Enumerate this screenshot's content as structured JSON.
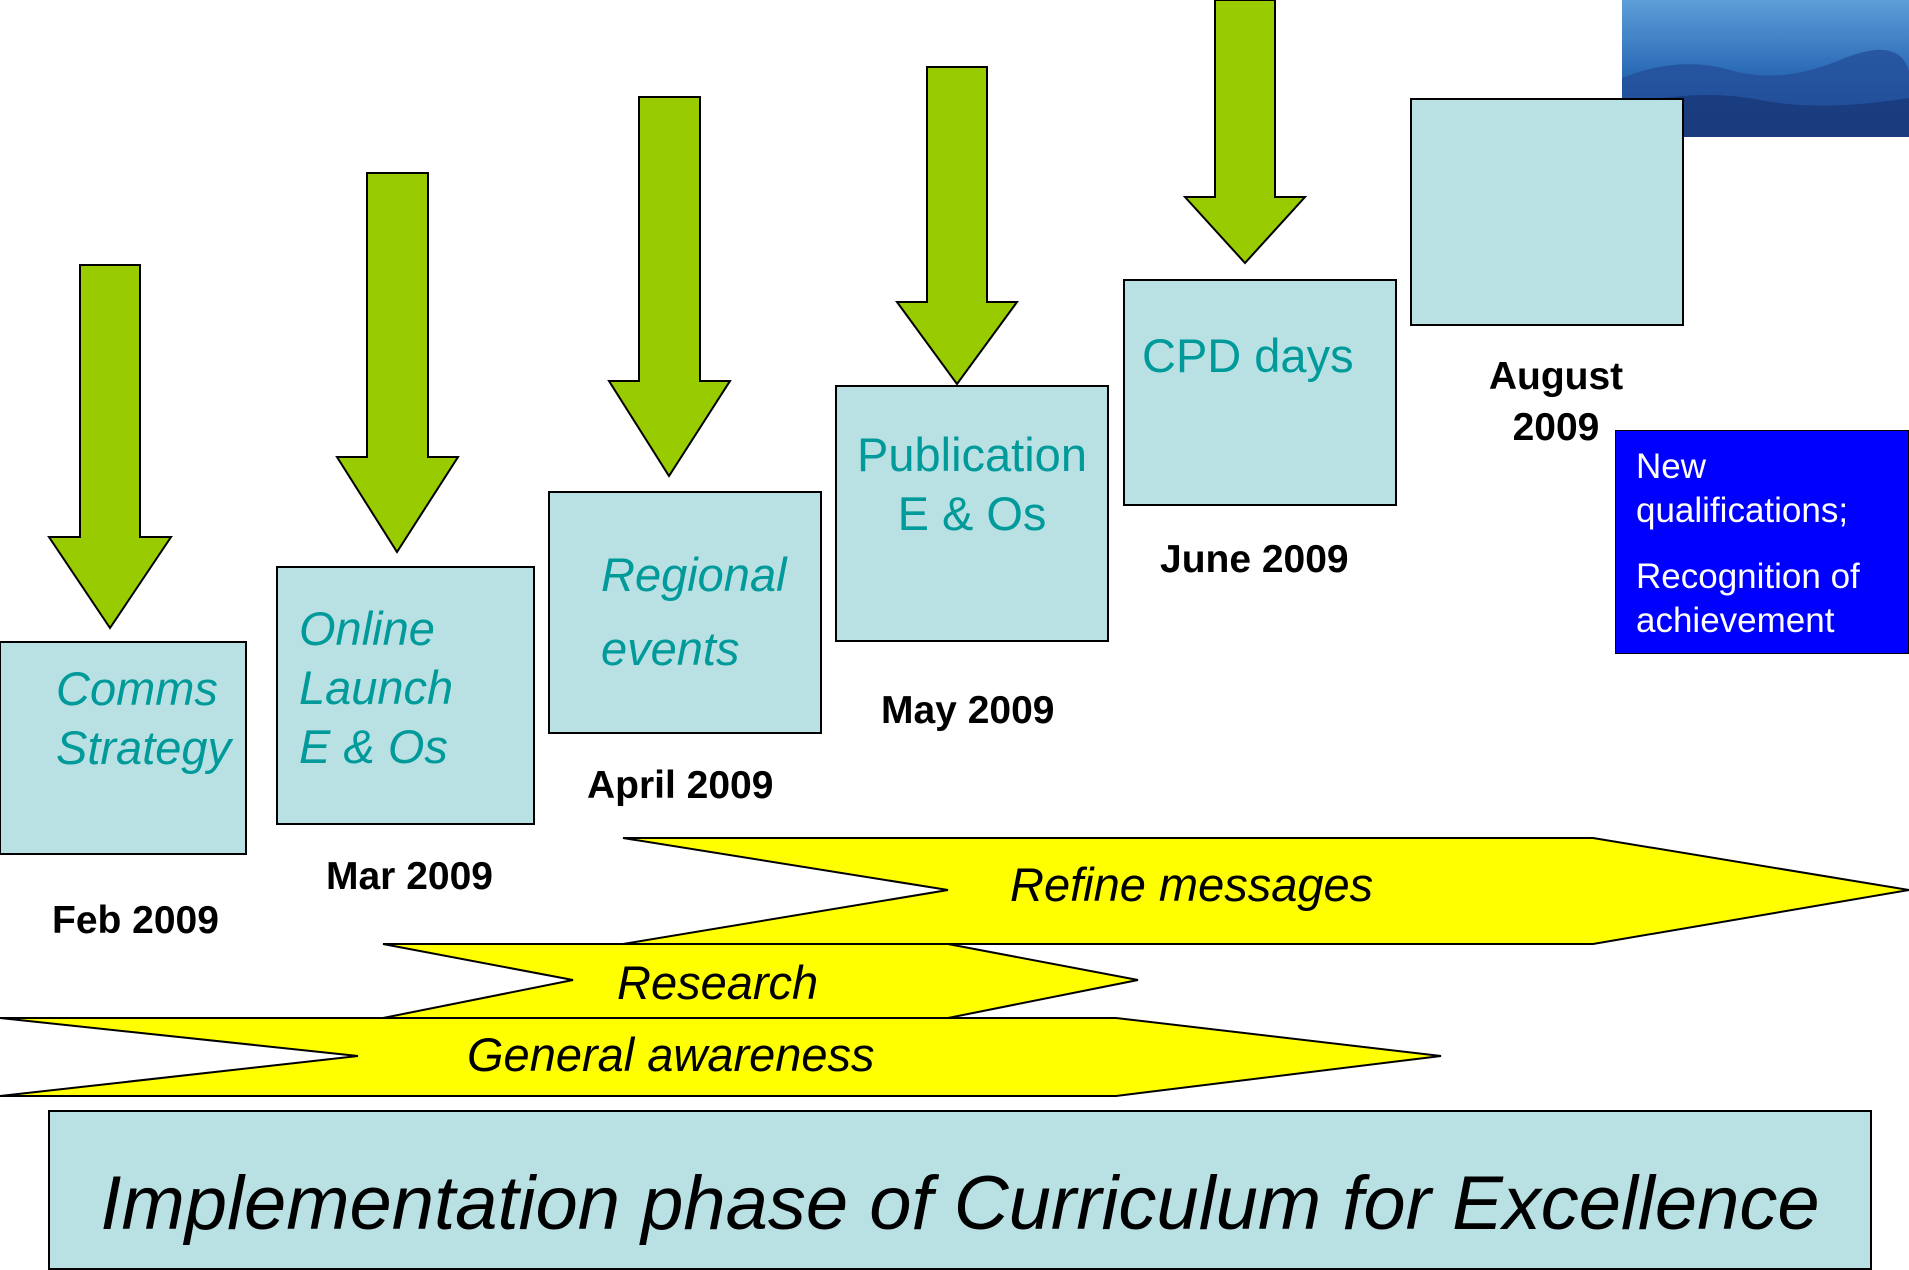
{
  "title": "",
  "timeline": [
    {
      "date": "Feb 2009",
      "text_lines": [
        "Comms",
        "Strategy"
      ],
      "italic": true
    },
    {
      "date": "Mar 2009",
      "text_lines": [
        "Online",
        "Launch",
        "E & Os"
      ],
      "italic": true
    },
    {
      "date": "April 2009",
      "text_lines": [
        "Regional",
        "events"
      ],
      "italic": true
    },
    {
      "date": "May 2009",
      "text_lines": [
        "Publication",
        "E & Os"
      ],
      "italic": false
    },
    {
      "date": "June 2009",
      "text_lines": [
        "CPD days"
      ],
      "italic": false
    },
    {
      "date_lines": [
        "August",
        "2009"
      ],
      "text_lines": [],
      "italic": false
    }
  ],
  "callout": {
    "lines": [
      "New",
      "qualifications;",
      "Recognition of",
      "achievement"
    ],
    "color": "#0000ff"
  },
  "bands": {
    "refine": "Refine messages",
    "research": "Research",
    "general": "General awareness"
  },
  "banner": "Implementation phase of Curriculum for Excellence",
  "colors": {
    "box_fill": "#b9e0e3",
    "arrow_fill": "#99cc00",
    "band_fill": "#ffff00",
    "box_text": "#009a9a"
  }
}
